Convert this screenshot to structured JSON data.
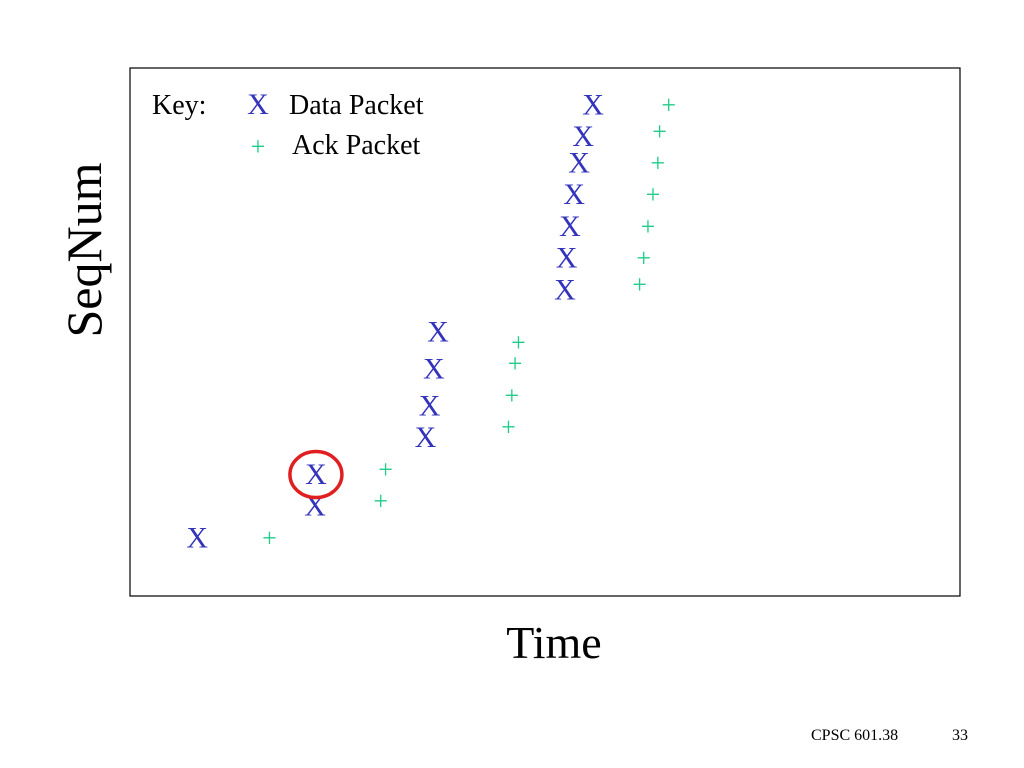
{
  "slide": {
    "footer_course": "CPSC 601.38",
    "footer_page": "33"
  },
  "chart_data": {
    "type": "scatter",
    "title": "",
    "xlabel": "Time",
    "ylabel": "SeqNum",
    "xlim": [
      0,
      100
    ],
    "ylim": [
      0,
      100
    ],
    "grid": false,
    "legend": {
      "title": "Key:",
      "placement": "top-left",
      "entries": [
        {
          "marker": "X",
          "label": "Data Packet",
          "color": "#3333bb"
        },
        {
          "marker": "+",
          "label": "Ack Packet",
          "color": "#22cc88"
        }
      ]
    },
    "series": [
      {
        "name": "Data Packet",
        "marker": "X",
        "color": "#3333bb",
        "points": [
          {
            "x": 8.1,
            "y": 11
          },
          {
            "x": 22.3,
            "y": 17
          },
          {
            "x": 22.4,
            "y": 23
          },
          {
            "x": 35.6,
            "y": 30
          },
          {
            "x": 36.1,
            "y": 36
          },
          {
            "x": 36.6,
            "y": 43
          },
          {
            "x": 37.1,
            "y": 50
          },
          {
            "x": 52.4,
            "y": 58
          },
          {
            "x": 52.6,
            "y": 64
          },
          {
            "x": 53.0,
            "y": 70
          },
          {
            "x": 53.5,
            "y": 76
          },
          {
            "x": 54.1,
            "y": 82
          },
          {
            "x": 54.6,
            "y": 87
          },
          {
            "x": 55.8,
            "y": 93
          }
        ]
      },
      {
        "name": "Ack Packet",
        "marker": "+",
        "color": "#22cc88",
        "points": [
          {
            "x": 16.8,
            "y": 11
          },
          {
            "x": 30.2,
            "y": 18
          },
          {
            "x": 30.8,
            "y": 24
          },
          {
            "x": 45.6,
            "y": 32
          },
          {
            "x": 46.0,
            "y": 38
          },
          {
            "x": 46.4,
            "y": 44
          },
          {
            "x": 46.8,
            "y": 48
          },
          {
            "x": 61.4,
            "y": 59
          },
          {
            "x": 61.9,
            "y": 64
          },
          {
            "x": 62.4,
            "y": 70
          },
          {
            "x": 63.0,
            "y": 76
          },
          {
            "x": 63.6,
            "y": 82
          },
          {
            "x": 63.8,
            "y": 88
          },
          {
            "x": 64.9,
            "y": 93
          }
        ]
      }
    ],
    "annotations": [
      {
        "type": "circle",
        "color": "#e02020",
        "series": "Data Packet",
        "point_index": 2
      }
    ]
  }
}
